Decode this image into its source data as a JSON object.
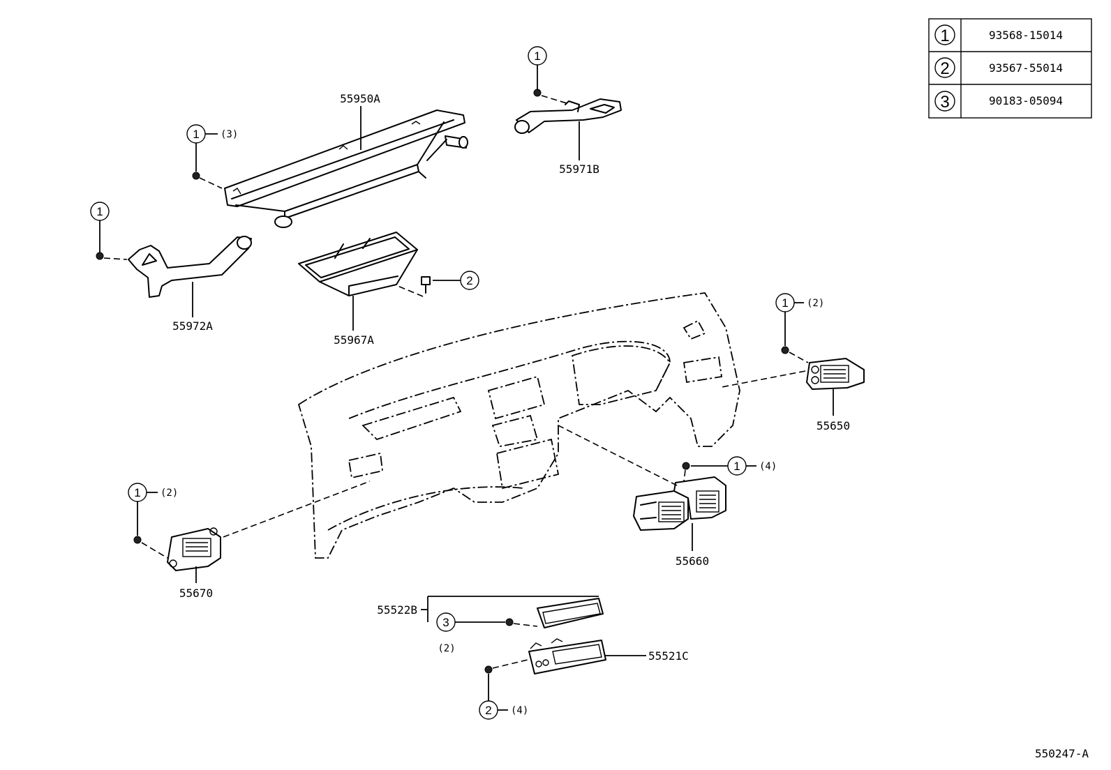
{
  "legend_table": {
    "rows": [
      {
        "ref": "1",
        "part_number": "93568-15014"
      },
      {
        "ref": "2",
        "part_number": "93567-55014"
      },
      {
        "ref": "3",
        "part_number": "90183-05094"
      }
    ]
  },
  "part_labels": {
    "p55950A": "55950A",
    "p55971B": "55971B",
    "p55972A": "55972A",
    "p55967A": "55967A",
    "p55650": "55650",
    "p55660": "55660",
    "p55670": "55670",
    "p55522B": "55522B",
    "p55521C": "55521C"
  },
  "callouts": {
    "c1_55950A": {
      "ref": "1",
      "qty": "(3)"
    },
    "c1_55971B": {
      "ref": "1"
    },
    "c1_55972A": {
      "ref": "1"
    },
    "c2_55967A": {
      "ref": "2"
    },
    "c1_55650": {
      "ref": "1",
      "qty": "(2)"
    },
    "c1_55660": {
      "ref": "1",
      "qty": "(4)"
    },
    "c1_55670": {
      "ref": "1",
      "qty": "(2)"
    },
    "c3_55522B": {
      "ref": "3",
      "qty": "(2)"
    },
    "c2_55521C": {
      "ref": "2",
      "qty": "(4)"
    }
  },
  "diagram_code": "550247-A"
}
